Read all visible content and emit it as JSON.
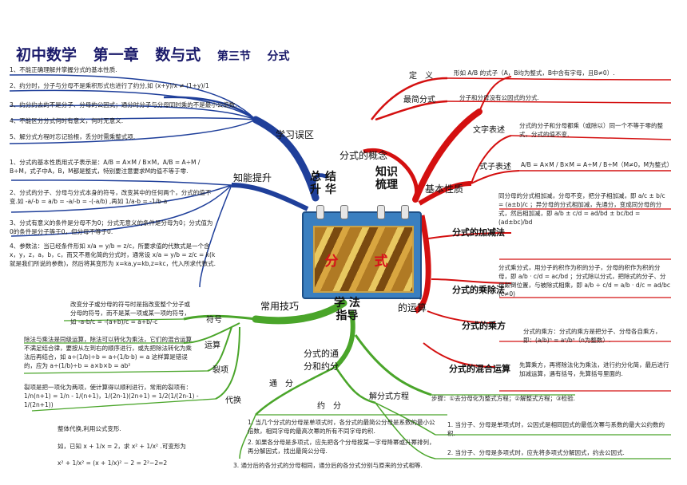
{
  "title": {
    "ch": "初中数学",
    "chapter": "第一章",
    "name": "数与式",
    "section": "第三节",
    "topic": "分式"
  },
  "center": {
    "label": "分　式"
  },
  "hubs": {
    "summary": [
      "总 结",
      "升 华"
    ],
    "knowledge": [
      "知识",
      "梳理"
    ],
    "method": [
      "学 法",
      "指导"
    ]
  },
  "branches": {
    "misconception": "学习误区",
    "ability": "知能提升",
    "concept": "分式的概念",
    "basic": "基本性质",
    "operation": "分式",
    "operation2": "的运算",
    "skills": "常用技巧",
    "common": "分式的通",
    "common2": "分和约分"
  },
  "misconceptions": [
    "1、不能正确理解并掌握分式的基本性质.",
    "2、约分时，分子与分母不是乘积形式也进行了约分,如 (x+y)/x ≠ (1+y)/1",
    "3、约分约去的不是分子、分母的公因式；通分时分子与分母同时乘的不是最小公倍数.",
    "4、不能区分分式何时有意义，何时无意义.",
    "5、解分式方程时忘记验根，丢分时需乘整式项."
  ],
  "abilities": [
    "1、分式的基本性质用式子表示是：A/B = A×M / B×M，A/B = A÷M / B÷M，式子中A，B，M都是整式，特别要注意要求M的值不等于零.",
    "2、分式的分子、分母与分式本身的符号，改变其中的任何两个，分式的值不变.如 -a/-b = a/b = -a/-b = -(-a/b) ,再如 1/a-b = -1/b-a",
    "3、分式有意义的条件是分母不为0；分式无意义的条件是分母为0；分式值为0的条件是分子等于0，但分母不等于0.",
    "4、参数法：当已经条件形如 x/a = y/b = z/c，所要求值的代数式是一个含x，y，z，a，b，c，而又不易化简的分式时，通常设 x/a = y/b = z/c = k(k就是我们所说的参数)，然后将其变形为 x=ka,y=kb,z=kc，代入所求代数式."
  ],
  "concept": {
    "definition_label": "定　义",
    "definition_text": "形如 A/B 的式子（A，B均为整式，B中含有字母，且B≠0）.",
    "simplest_label": "最简分式",
    "simplest_text": "分子和分母没有公因式的分式."
  },
  "basic_property": {
    "text_label": "文字表述",
    "text_content": "分式的分子和分母都乘（或除以）同一个不等于零的整式，分式的值不变.",
    "formula_label": "式子表述",
    "formula_content": "A/B = A×M / B×M = A÷M / B÷M（M≠0，M为整式）"
  },
  "operations": [
    {
      "label": "分式的加减法",
      "content": "同分母的分式相加减，分母不变，把分子相加减，即 a/c ± b/c = (a±b)/c ；异分母的分式相加减，先通分，变成同分母的分式，然后相加减，即 a/b ± c/d = ad/bd ± bc/bd = (ad±bc)/bd"
    },
    {
      "label": "分式的乘除法",
      "content": "分式乘分式，用分子的积作为积的分子，分母的积作为积的分母，即 a/b · c/d = ac/bd ；分式除以分式，把除式的分子、分母颠倒位置，与被除式相乘，即 a/b ÷ c/d = a/b · d/c = ad/bc (c≠0)"
    },
    {
      "label": "分式的乘方",
      "content": "分式的乘方：分式的乘方是把分子、分母各自乘方，即：(a/b)ⁿ = aⁿ/bⁿ（n为整数）."
    },
    {
      "label": "分式的混合运算",
      "content": "先算乘方，再将除法化为乘法，进行约分化简，最后进行加减运算，遇有括号，先算括号里面的."
    }
  ],
  "skills": {
    "sign_label": "符号",
    "sign_text": "改变分子或分母的符号时是指改变整个分子或分母的符号，而不是某一项或某一项的符号，如 -a-b/c = -(a+b)/c = a+b/-c",
    "operation_label": "运算",
    "operation_text": "除法与乘法是同级运算，除法可以转化为乘法，它们的混合运算不满足结合律，要按从左到右的顺序进行，或先把除法转化为乘法后再结合，如 a÷(1/b)÷b = a÷(1/b·b) = a 这样算是错误的，应为 a÷(1/b)÷b = a×b×b = ab²",
    "split_label": "裂项",
    "split_text": "裂项是把一项化为两项，使计算得以顺利进行，常用的裂项有：1/n(n+1) = 1/n - 1/(n+1)，1/(2n-1)(2n+1) = 1/2(1/(2n-1) - 1/(2n+1))",
    "sub_label": "代换",
    "sub_text": "整体代换,利用公式变形.",
    "sub_example": "如，已知 x + 1/x = 2，求 x² + 1/x² .可变形为",
    "sub_formula": "x² + 1/x² = (x + 1/x)² − 2 = 2²−2=2"
  },
  "common": {
    "tongfen_label": "通　分",
    "yuefen_label": "约　分",
    "tongfen_items": [
      "1. 当几个分式的分母是单项式时，各分式的最简公分母是系数的最小公倍数，相同字母的最高次幂的所有不同字母的积.",
      "2. 如果各分母是多项式，应先把各个分母按某一字母降幂或升幂排列，再分解因式，找出最简公分母.",
      "3. 通分后的各分式的分母相同，通分后的各分式分别与原来的分式相等."
    ],
    "yuefen_items": [
      "1. 当分子、分母是单项式时，公因式是相同因式的最低次幂与系数的最大公约数的积.",
      "2. 当分子、分母是多项式时，应先将多项式分解因式，约去公因式."
    ],
    "equation_label": "解分式方程",
    "equation_text": "步骤：①去分母化为整式方程；②解整式方程；③检验."
  }
}
